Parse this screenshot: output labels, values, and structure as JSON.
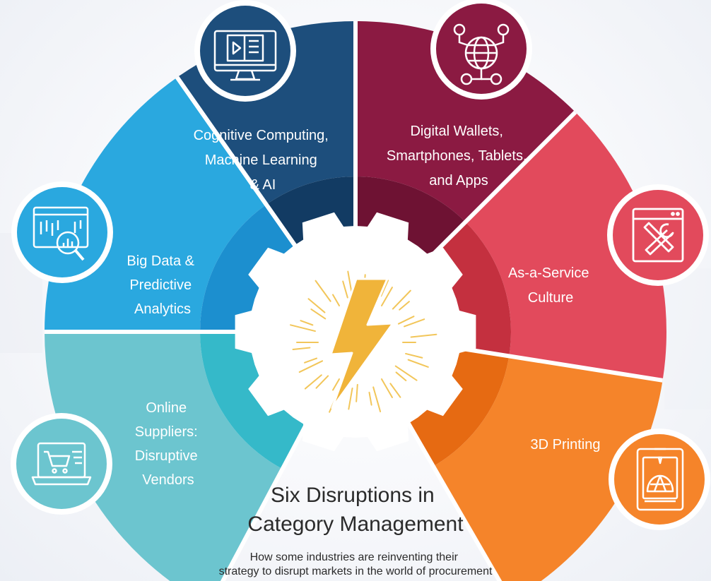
{
  "segments": [
    {
      "id": "cognitive",
      "lines": [
        "Cognitive Computing,",
        "Machine Learning",
        "& AI"
      ],
      "color": "#1d4e7c",
      "inner": "#123b63",
      "icon": "monitor-video-icon"
    },
    {
      "id": "wallets",
      "lines": [
        "Digital Wallets,",
        "Smartphones, Tablets,",
        "and Apps"
      ],
      "color": "#8b1a42",
      "inner": "#6e1233",
      "icon": "globe-network-icon"
    },
    {
      "id": "service",
      "lines": [
        "As-a-Service",
        "Culture"
      ],
      "color": "#e24a5c",
      "inner": "#c4303f",
      "icon": "tools-window-icon"
    },
    {
      "id": "printing",
      "lines": [
        "3D Printing"
      ],
      "color": "#f5842a",
      "inner": "#e66a12",
      "icon": "3d-printer-icon"
    },
    {
      "id": "suppliers",
      "lines": [
        "Online",
        "Suppliers:",
        "Disruptive",
        "Vendors"
      ],
      "color": "#6cc5cf",
      "inner": "#35b9c9",
      "icon": "laptop-cart-icon"
    },
    {
      "id": "bigdata",
      "lines": [
        "Big Data &",
        "Predictive",
        "Analytics"
      ],
      "color": "#2aa8df",
      "inner": "#1c8fcf",
      "icon": "analytics-magnifier-icon"
    }
  ],
  "title": {
    "line1": "Six Disruptions in",
    "line2": "Category Management"
  },
  "subtitle": {
    "line1": "How some industries are reinventing their",
    "line2": "strategy to disrupt markets in the world of procurement"
  },
  "center_icon": "lightning-bolt-icon",
  "colors": {
    "bolt": "#f0b43a",
    "burst": "#f2c65a",
    "hub": "#ffffff"
  }
}
